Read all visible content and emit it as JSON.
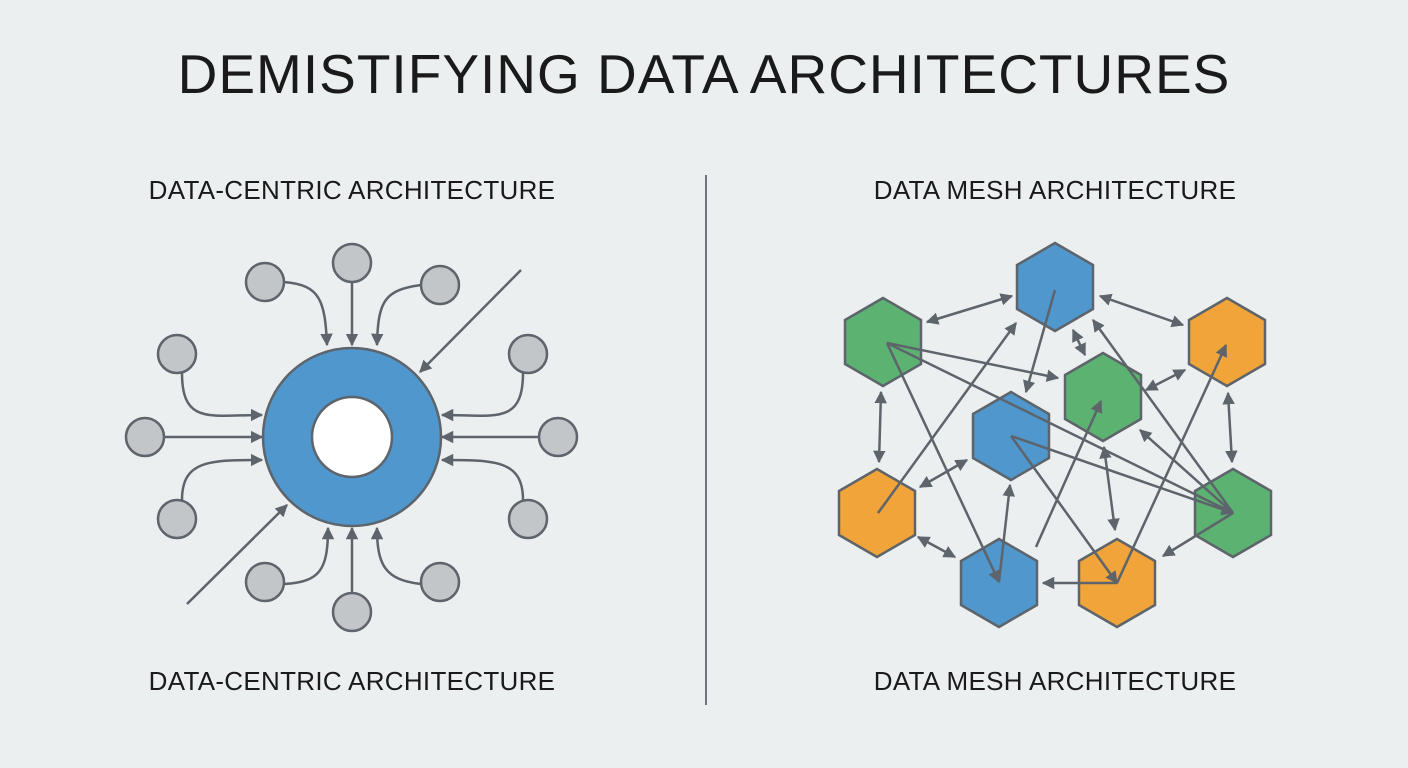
{
  "title": "DEMISTIFYING DATA ARCHITECTURES",
  "left": {
    "heading": "DATA-CENTRIC ARCHITECTURE",
    "caption": "DATA-CENTRIC ARCHITECTURE"
  },
  "right": {
    "heading": "DATA MESH ARCHITECTURE",
    "caption": "DATA MESH ARCHITECTURE"
  },
  "colors": {
    "blue": "#4f97cc",
    "green": "#5cb270",
    "orange": "#f0a43a",
    "gray_node": "#c2c6c9",
    "stroke": "#5d646b",
    "background": "#eceff0"
  }
}
